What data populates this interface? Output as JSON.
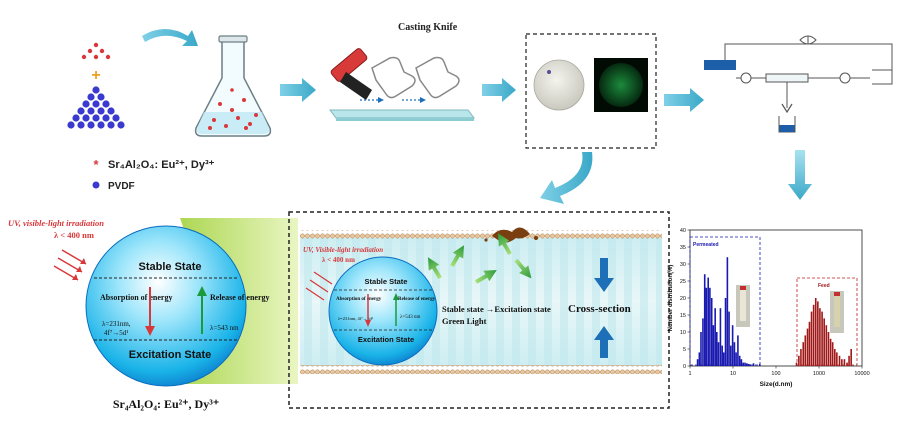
{
  "legend": {
    "formula": "Sr₄Al₂O₄: Eu²⁺, Dy³⁺",
    "polymer": "PVDF",
    "colors": {
      "dopant": "#d9383a",
      "polymer": "#3a3ad0",
      "mix": "#f0a020"
    }
  },
  "casting": {
    "label": "Casting Knife"
  },
  "left_sphere": {
    "irradiation": "UV, visible-light irradiation",
    "wavelength": "λ < 400 nm",
    "top": "Stable State",
    "bottom": "Excitation State",
    "absorption": "Absorption of energy",
    "absorption_detail": "λ=231nm,",
    "absorption_transition": "4f⁷→5d¹",
    "release": "Release of energy",
    "release_detail": "λ=543 nm",
    "caption": "Sr₄Al₂O₄: Eu²⁺, Dy³⁺"
  },
  "membrane": {
    "irradiation": "UV, Visible-light irradiation",
    "wavelength": "λ < 400 nm",
    "inner_top": "Stable State",
    "inner_bottom": "Excitation State",
    "inner_absorption": "Absorption of energy",
    "inner_absorption_detail": "λ=231nm, 4f⁷→5d¹",
    "inner_release": "Release of energy",
    "inner_release_detail": "λ=543 nm",
    "transition": "Stable state →Excitation state",
    "light": "Green Light",
    "cross_section": "Cross-section"
  },
  "chart_data": {
    "type": "bar",
    "xlabel": "Size(d.nm)",
    "ylabel": "Number distribution(%)",
    "x_scale": "log",
    "xlim": [
      1,
      10000
    ],
    "ylim": [
      0,
      40
    ],
    "x_ticks": [
      "1",
      "10",
      "100",
      "1000",
      "10000"
    ],
    "y_ticks": [
      "0",
      "5",
      "10",
      "15",
      "20",
      "25",
      "30",
      "35",
      "40"
    ],
    "series": [
      {
        "name": "Permeated",
        "color": "#1a1ab0",
        "x": [
          1.5,
          1.65,
          1.8,
          2.0,
          2.2,
          2.4,
          2.65,
          2.9,
          3.2,
          3.5,
          3.85,
          4.2,
          4.6,
          5.1,
          5.6,
          6.1,
          6.7,
          7.4,
          8.1,
          8.9,
          9.8,
          10.8,
          11.8,
          13,
          14.3,
          15.7,
          17.3,
          19,
          21,
          23,
          25,
          30,
          42
        ],
        "values": [
          2,
          4,
          10,
          14,
          27,
          23,
          26,
          23,
          20,
          12,
          17,
          10,
          7,
          17,
          6,
          4,
          20,
          32,
          16,
          6,
          12,
          7,
          4,
          9,
          3,
          2,
          1,
          1,
          0.8,
          0.6,
          0.5,
          0.8,
          0.6
        ]
      },
      {
        "name": "Feed",
        "color": "#a01818",
        "x": [
          300,
          340,
          380,
          430,
          480,
          540,
          600,
          670,
          750,
          840,
          940,
          1050,
          1180,
          1320,
          1480,
          1660,
          1860,
          2080,
          2330,
          2600,
          3000,
          3400,
          3900,
          4500,
          5000,
          5600
        ],
        "values": [
          1,
          3,
          5,
          7,
          9,
          11,
          13,
          16,
          18,
          20,
          19,
          17,
          16,
          14,
          12,
          10,
          8,
          7,
          5,
          4,
          3,
          2,
          2,
          1,
          3,
          5
        ]
      }
    ]
  }
}
